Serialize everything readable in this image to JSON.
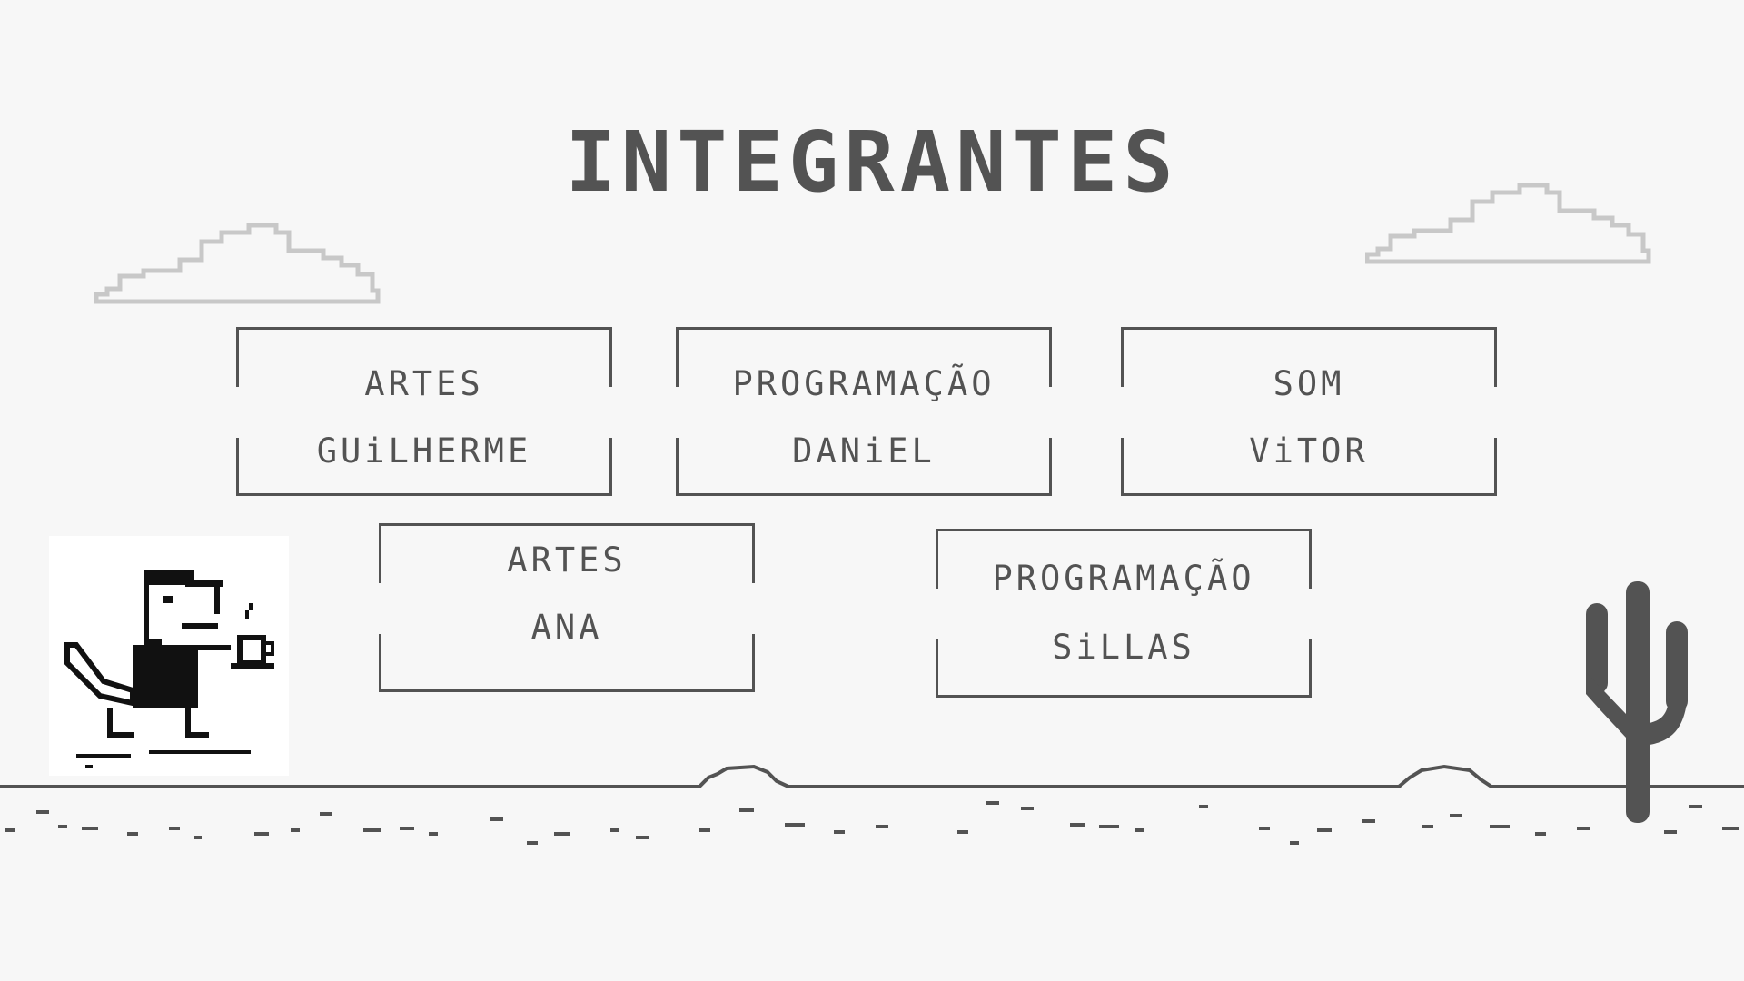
{
  "page": {
    "title": "INTEGRANTES"
  },
  "members": [
    {
      "role": "ARTES",
      "name": "GUiLHERME"
    },
    {
      "role": "PROGRAMAÇÃO",
      "name": "DANiEL"
    },
    {
      "role": "SOM",
      "name": "ViTOR"
    },
    {
      "role": "ARTES",
      "name": "ANA"
    },
    {
      "role": "PROGRAMAÇÃO",
      "name": "SiLLAS"
    }
  ],
  "colors": {
    "background": "#f7f7f7",
    "ink": "#535353",
    "cloud": "#c8c8c8"
  },
  "icons": [
    "cloud-icon",
    "dino-barista-illustration",
    "cactus-icon",
    "ground-line"
  ]
}
